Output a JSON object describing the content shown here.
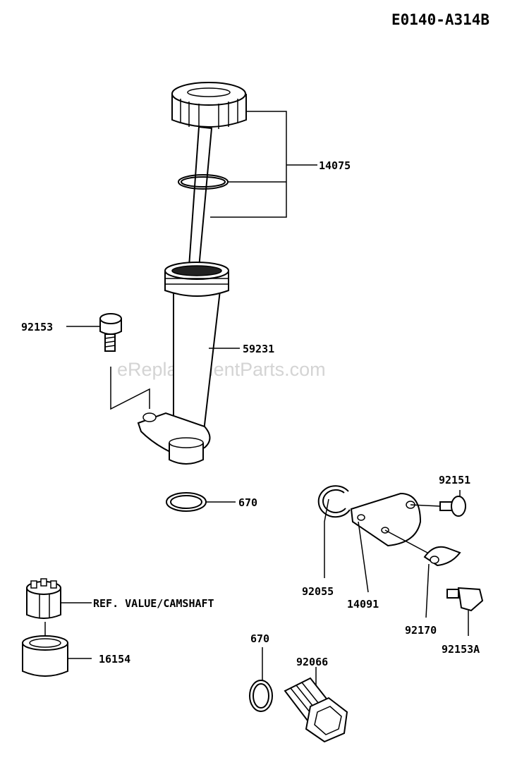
{
  "header": {
    "diagram_code": "E0140-A314B"
  },
  "watermark": "eReplacementParts.com",
  "labels": {
    "l14075": "14075",
    "l92153": "92153",
    "l59231": "59231",
    "l670a": "670",
    "l92151": "92151",
    "l92055": "92055",
    "l14091": "14091",
    "l92170": "92170",
    "l92153a": "92153A",
    "lref": "REF. VALUE/CAMSHAFT",
    "l16154": "16154",
    "l670b": "670",
    "l92066": "92066"
  },
  "colors": {
    "line": "#000000",
    "background": "#ffffff",
    "watermark": "#d4d4d4"
  }
}
